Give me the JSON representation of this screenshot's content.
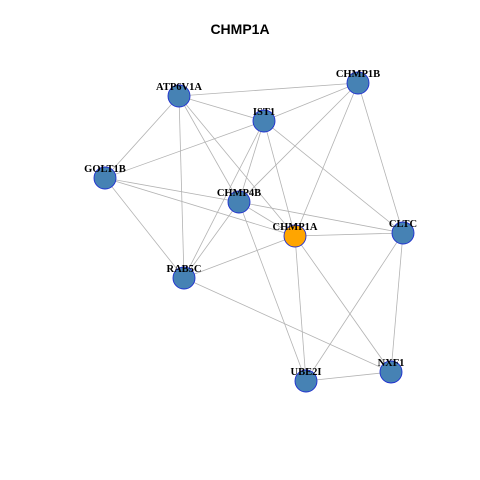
{
  "title": "CHMP1A",
  "colors": {
    "node_default": "#4682b4",
    "node_focus": "#ffa500",
    "node_stroke": "#1f2fd0",
    "edge": "#b3b3b3"
  },
  "nodes": [
    {
      "id": "CHMP1A",
      "label": "CHMP1A",
      "focus": true
    },
    {
      "id": "ATP6V1A",
      "label": "ATP6V1A",
      "focus": false
    },
    {
      "id": "CHMP1B",
      "label": "CHMP1B",
      "focus": false
    },
    {
      "id": "IST1",
      "label": "IST1",
      "focus": false
    },
    {
      "id": "GOLT1B",
      "label": "GOLT1B",
      "focus": false
    },
    {
      "id": "CHMP4B",
      "label": "CHMP4B",
      "focus": false
    },
    {
      "id": "CLTC",
      "label": "CLTC",
      "focus": false
    },
    {
      "id": "RAB5C",
      "label": "RAB5C",
      "focus": false
    },
    {
      "id": "NXF1",
      "label": "NXF1",
      "focus": false
    },
    {
      "id": "UBE2I",
      "label": "UBE2I",
      "focus": false
    }
  ],
  "edges": [
    [
      "ATP6V1A",
      "CHMP1B"
    ],
    [
      "ATP6V1A",
      "IST1"
    ],
    [
      "ATP6V1A",
      "GOLT1B"
    ],
    [
      "ATP6V1A",
      "CHMP4B"
    ],
    [
      "ATP6V1A",
      "CHMP1A"
    ],
    [
      "ATP6V1A",
      "RAB5C"
    ],
    [
      "CHMP1B",
      "IST1"
    ],
    [
      "CHMP1B",
      "CHMP4B"
    ],
    [
      "CHMP1B",
      "CHMP1A"
    ],
    [
      "CHMP1B",
      "CLTC"
    ],
    [
      "IST1",
      "GOLT1B"
    ],
    [
      "IST1",
      "CHMP4B"
    ],
    [
      "IST1",
      "CLTC"
    ],
    [
      "IST1",
      "RAB5C"
    ],
    [
      "IST1",
      "CHMP1A"
    ],
    [
      "GOLT1B",
      "CHMP4B"
    ],
    [
      "GOLT1B",
      "CHMP1A"
    ],
    [
      "GOLT1B",
      "RAB5C"
    ],
    [
      "CHMP4B",
      "CLTC"
    ],
    [
      "CHMP4B",
      "RAB5C"
    ],
    [
      "CHMP4B",
      "UBE2I"
    ],
    [
      "CHMP4B",
      "CHMP1A"
    ],
    [
      "CHMP1A",
      "CLTC"
    ],
    [
      "CHMP1A",
      "RAB5C"
    ],
    [
      "CHMP1A",
      "UBE2I"
    ],
    [
      "CHMP1A",
      "NXF1"
    ],
    [
      "CLTC",
      "UBE2I"
    ],
    [
      "CLTC",
      "NXF1"
    ],
    [
      "RAB5C",
      "NXF1"
    ],
    [
      "UBE2I",
      "NXF1"
    ]
  ]
}
